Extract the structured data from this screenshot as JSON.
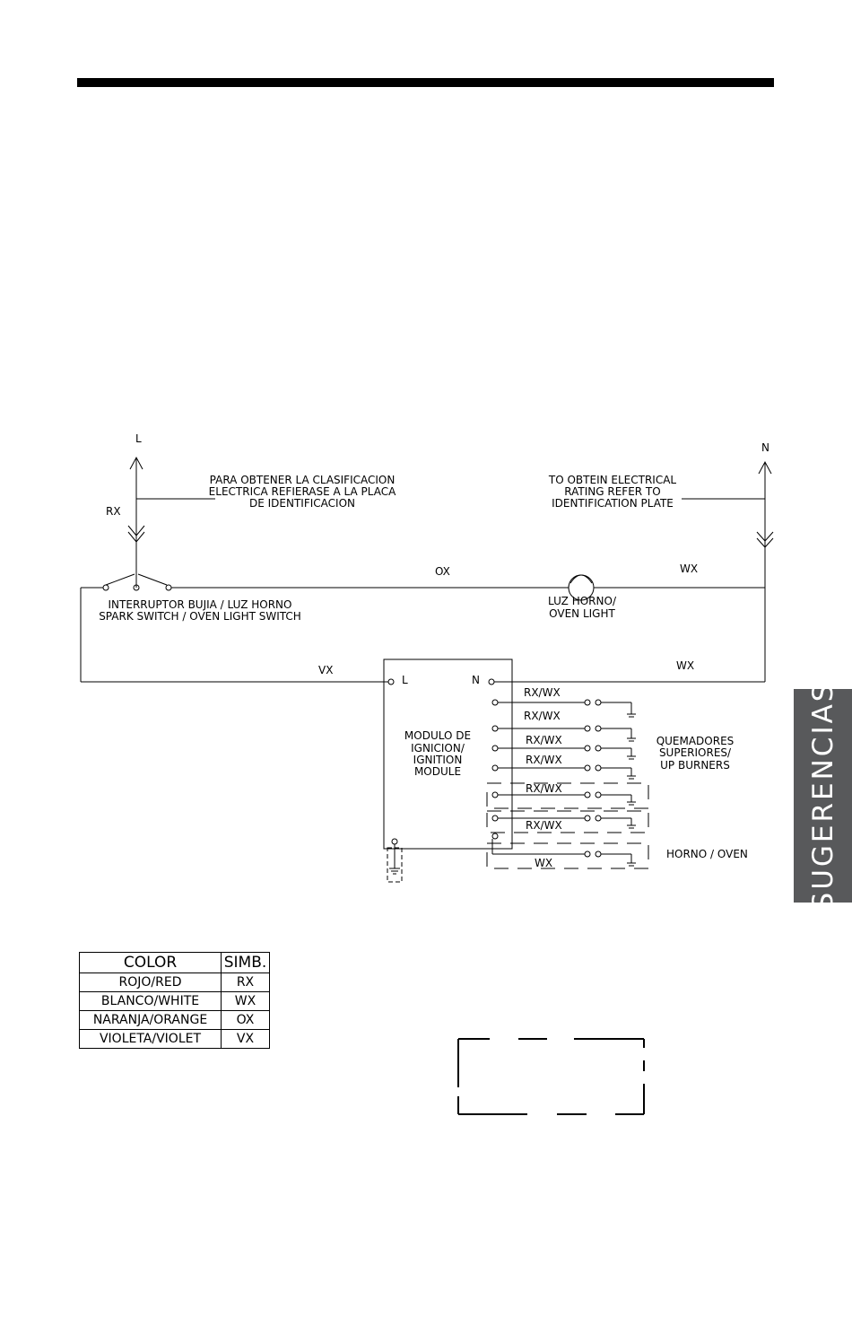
{
  "side_tab": {
    "label": "SUGERENCIAS"
  },
  "diagram": {
    "terminal_l": "L",
    "terminal_n": "N",
    "note_es": [
      "PARA OBTENER LA CLASIFICACION",
      "ELECTRICA REFIERASE A LA PLACA",
      "DE IDENTIFICACION"
    ],
    "note_en": [
      "TO OBTEIN ELECTRICAL",
      "RATING REFER TO",
      "IDENTIFICATION PLATE"
    ],
    "wire_rx": "RX",
    "wire_ox": "OX",
    "wire_wx_top": "WX",
    "wire_wx_module": "WX",
    "wire_vx": "VX",
    "switch_label": [
      "INTERRUPTOR BUJIA / LUZ HORNO",
      "SPARK SWITCH / OVEN LIGHT SWITCH"
    ],
    "light_label": [
      "LUZ HORNO/",
      "OVEN LIGHT"
    ],
    "module_l": "L",
    "module_n": "N",
    "module_label": [
      "MODULO DE",
      "IGNICION/",
      "IGNITION",
      "MODULE"
    ],
    "burner_wires": [
      "RX/WX",
      "RX/WX",
      "RX/WX",
      "RX/WX",
      "RX/WX",
      "RX/WX"
    ],
    "oven_wire": "WX",
    "burners_label": [
      "QUEMADORES",
      "SUPERIORES/",
      "UP BURNERS"
    ],
    "oven_label": "HORNO / OVEN"
  },
  "legend": {
    "headers": [
      "COLOR",
      "SIMB."
    ],
    "rows": [
      [
        "ROJO/RED",
        "RX"
      ],
      [
        "BLANCO/WHITE",
        "WX"
      ],
      [
        "NARANJA/ORANGE",
        "OX"
      ],
      [
        "VIOLETA/VIOLET",
        "VX"
      ]
    ]
  }
}
